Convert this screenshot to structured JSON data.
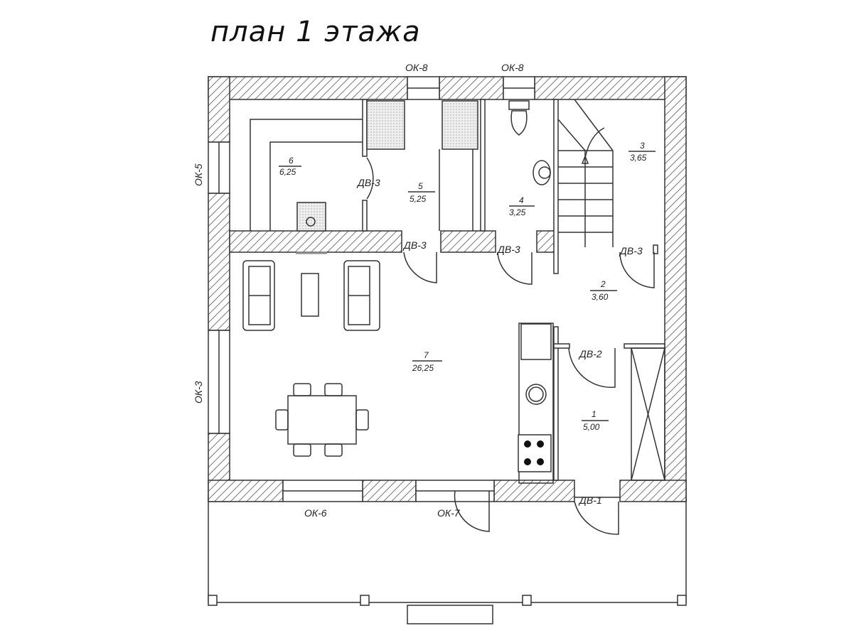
{
  "title": "план 1 этажа",
  "windows": {
    "top_left": "ОК-8",
    "top_right": "ОК-8",
    "left_top": "ОК-5",
    "left_bottom": "ОК-3",
    "bottom_left": "ОК-6",
    "bottom_right": "ОК-7"
  },
  "doors": {
    "d6": "ДВ-3",
    "d5": "ДВ-3",
    "d4": "ДВ-3",
    "d2": "ДВ-3",
    "kitchen": "ДВ-2",
    "entry": "ДВ-1"
  },
  "rooms": [
    {
      "number": "1",
      "area": "5,00"
    },
    {
      "number": "2",
      "area": "3,60"
    },
    {
      "number": "3",
      "area": "3,65"
    },
    {
      "number": "4",
      "area": "3,25"
    },
    {
      "number": "5",
      "area": "5,25"
    },
    {
      "number": "6",
      "area": "6,25"
    },
    {
      "number": "7",
      "area": "26,25"
    }
  ]
}
